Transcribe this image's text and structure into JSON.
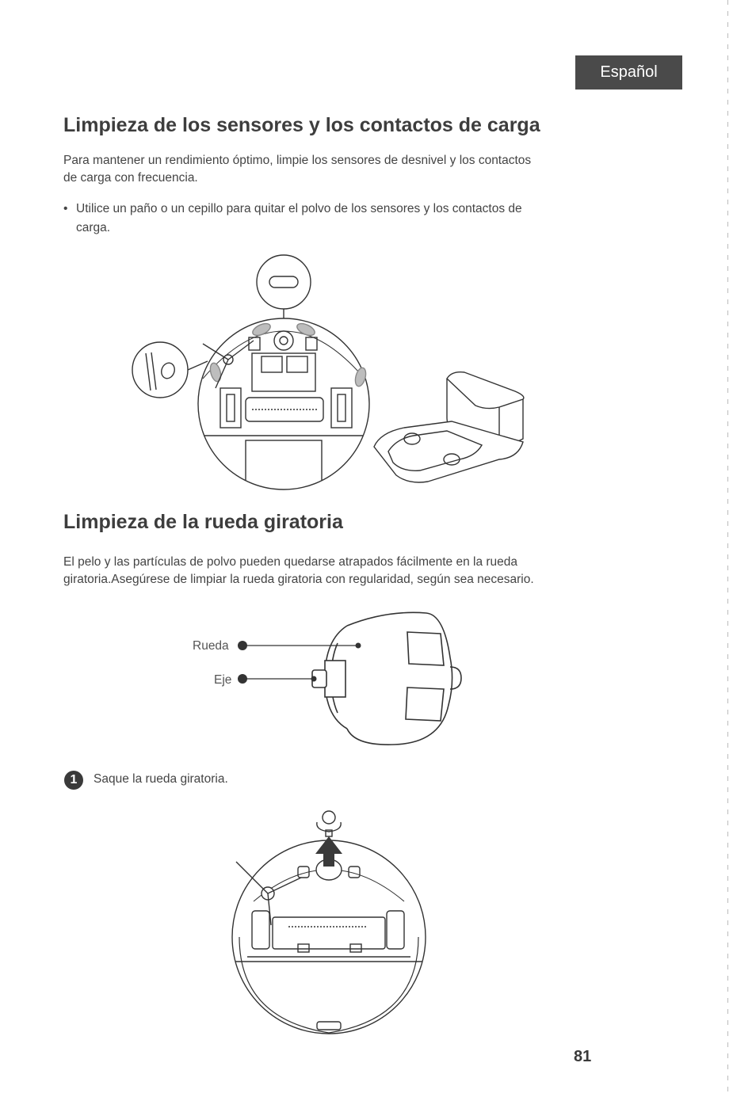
{
  "header": {
    "language_tab": "Español"
  },
  "section1": {
    "title": "Limpieza de los sensores y los contactos de carga",
    "paragraph_line1": "Para mantener un rendimiento óptimo, limpie los sensores de desnivel y los contactos",
    "paragraph_line2": "de carga con frecuencia.",
    "bullet_marker": "•",
    "bullet_line1": "Utilice un paño o un cepillo para quitar el polvo de los sensores y los contactos de",
    "bullet_line2": "carga."
  },
  "section2": {
    "title": "Limpieza de la rueda giratoria",
    "paragraph_line1": "El pelo y las partículas de polvo pueden quedarse atrapados fácilmente en la rueda",
    "paragraph_line2": "giratoria.Asegúrese de limpiar la rueda giratoria con regularidad, según sea necesario.",
    "wheel_labels": {
      "wheel": "Rueda",
      "axle": "Eje"
    },
    "step": {
      "number": "1",
      "text": "Saque la rueda giratoria."
    }
  },
  "footer": {
    "page_number": "81"
  }
}
